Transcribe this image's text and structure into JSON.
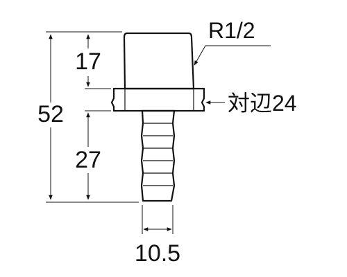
{
  "diagram": {
    "labels": {
      "overall_height": "52",
      "top_height": "17",
      "stem_height": "27",
      "stem_diameter": "10.5",
      "thread": "R1/2",
      "hex_across_flats": "対辺24"
    },
    "dimensions": {
      "overall_height_mm": 52,
      "top_height_mm": 17,
      "stem_height_mm": 27,
      "stem_diameter_mm": 10.5,
      "hex_across_flats_mm": 24
    },
    "stroke_color": "#111111",
    "background_color": "#ffffff"
  }
}
